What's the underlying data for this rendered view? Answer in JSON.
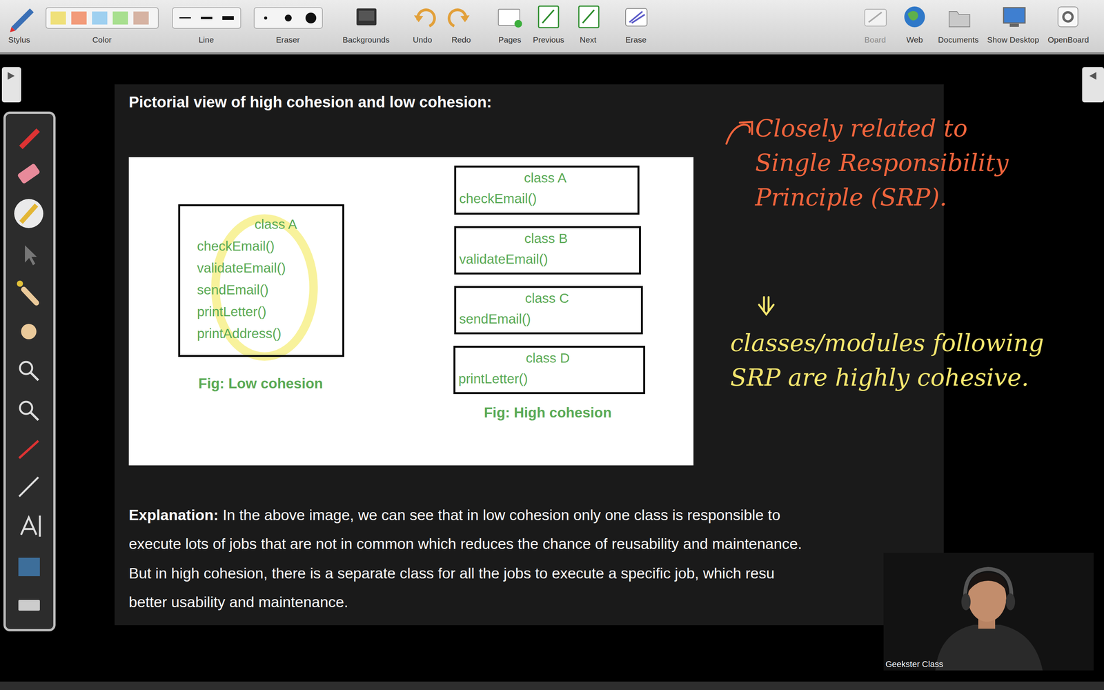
{
  "diagram": {
    "title": "Pictorial view of high cohesion and low cohesion:",
    "nodes": [
      {
        "text": [
          "class A",
          "checkEmail()",
          "validateEmail()",
          "sendEmail()",
          "printLetter()",
          "printAddress()"
        ]
      },
      {
        "text": [
          "class A",
          "checkEmail()"
        ]
      },
      {
        "text": [
          "class B",
          "validateEmail()"
        ]
      },
      {
        "text": [
          "class C",
          "sendEmail()"
        ]
      },
      {
        "text": [
          "class D",
          "printLetter()"
        ]
      }
    ],
    "edges": [],
    "labels": [
      "Stylus",
      "Color",
      "Line",
      "Eraser",
      "Backgrounds",
      "Undo",
      "Redo",
      "Pages",
      "Previous",
      "Next",
      "Erase",
      "Board",
      "Web",
      "Documents",
      "Show Desktop",
      "OpenBoard",
      "Fig: Low cohesion",
      "Fig: High cohesion",
      "Closely related to Single Responsibility Principle (SRP).",
      "classes/modules following SRP are highly cohesive.",
      "Explanation:",
      "In the above image, we can see that in low cohesion only one class is responsible to",
      "execute lots of jobs that are not in common which reduces the chance of reusability and maintenance.",
      "But in high cohesion, there is a separate class for all the jobs to execute a specific job, which resu",
      "better usability and maintenance.",
      "Geekster Class"
    ]
  }
}
